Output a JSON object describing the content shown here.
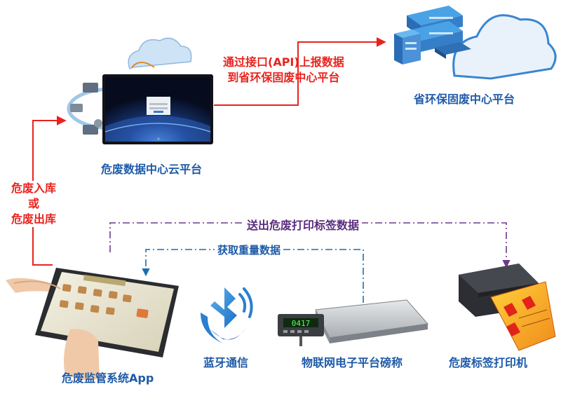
{
  "nodes": {
    "provincial_platform": "省环保固废中心平台",
    "cloud_platform": "危废数据中心云平台",
    "app": "危废监管系统App",
    "bluetooth": "蓝牙通信",
    "scale": "物联网电子平台磅称",
    "printer": "危废标签打印机"
  },
  "edges": {
    "api_line1": "通过接口(API)上报数据",
    "api_line2": "到省环保固废中心平台",
    "in_out_line1": "危废入库",
    "in_out_line2": "或",
    "in_out_line3": "危废出库",
    "send_label": "送出危废打印标签数据",
    "get_weight": "获取重量数据"
  },
  "scale_display": "0417",
  "colors": {
    "red_arrow": "#e8231e",
    "purple_arrow": "#6a3a8c",
    "blue_arrow": "#1a6fb0",
    "label_blue": "#1e5aa8"
  }
}
